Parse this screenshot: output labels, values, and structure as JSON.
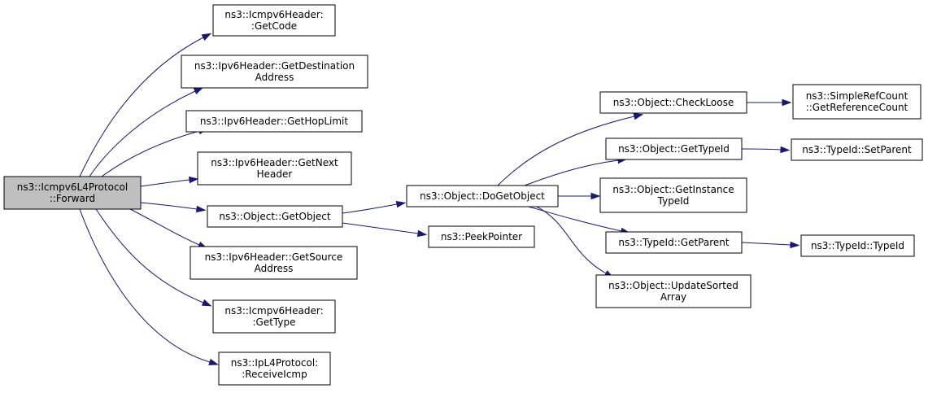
{
  "diagram": {
    "edge_color": "#191970",
    "root_fill": "#bfbfbf",
    "nodes": {
      "forward": [
        "ns3::Icmpv6L4Protocol",
        "::Forward"
      ],
      "getcode": [
        "ns3::Icmpv6Header:",
        ":GetCode"
      ],
      "getdest": [
        "ns3::Ipv6Header::GetDestination",
        "Address"
      ],
      "gethop": [
        "ns3::Ipv6Header::GetHopLimit"
      ],
      "getnext": [
        "ns3::Ipv6Header::GetNext",
        "Header"
      ],
      "getobject": [
        "ns3::Object::GetObject"
      ],
      "getsource": [
        "ns3::Ipv6Header::GetSource",
        "Address"
      ],
      "gettype": [
        "ns3::Icmpv6Header:",
        ":GetType"
      ],
      "receiveicmp": [
        "ns3::IpL4Protocol:",
        ":ReceiveIcmp"
      ],
      "dogetobject": [
        "ns3::Object::DoGetObject"
      ],
      "peekpointer": [
        "ns3::PeekPointer"
      ],
      "checkloose": [
        "ns3::Object::CheckLoose"
      ],
      "gettypeid": [
        "ns3::Object::GetTypeId"
      ],
      "getinstancetypeid": [
        "ns3::Object::GetInstance",
        "TypeId"
      ],
      "getparent": [
        "ns3::TypeId::GetParent"
      ],
      "updatesorted": [
        "ns3::Object::UpdateSorted",
        "Array"
      ],
      "refcount": [
        "ns3::SimpleRefCount",
        "::GetReferenceCount"
      ],
      "setparent": [
        "ns3::TypeId::SetParent"
      ],
      "typeid": [
        "ns3::TypeId::TypeId"
      ]
    },
    "edges": [
      [
        "forward",
        "getcode"
      ],
      [
        "forward",
        "getdest"
      ],
      [
        "forward",
        "gethop"
      ],
      [
        "forward",
        "getnext"
      ],
      [
        "forward",
        "getobject"
      ],
      [
        "forward",
        "getsource"
      ],
      [
        "forward",
        "gettype"
      ],
      [
        "forward",
        "receiveicmp"
      ],
      [
        "getobject",
        "dogetobject"
      ],
      [
        "getobject",
        "peekpointer"
      ],
      [
        "dogetobject",
        "checkloose"
      ],
      [
        "dogetobject",
        "gettypeid"
      ],
      [
        "dogetobject",
        "getinstancetypeid"
      ],
      [
        "dogetobject",
        "getparent"
      ],
      [
        "dogetobject",
        "updatesorted"
      ],
      [
        "checkloose",
        "refcount"
      ],
      [
        "gettypeid",
        "setparent"
      ],
      [
        "getparent",
        "typeid"
      ]
    ]
  }
}
